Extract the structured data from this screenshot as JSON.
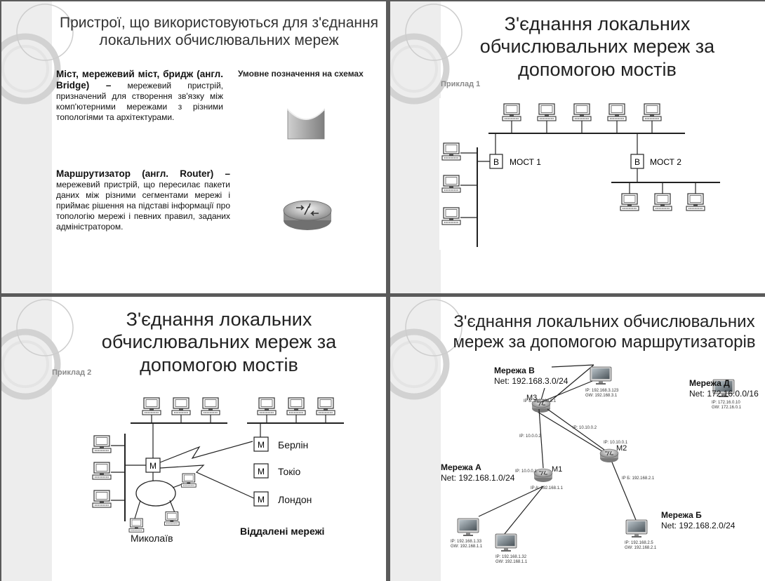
{
  "slide1": {
    "title": "Пристрої, що використовуються для з'єднання локальних обчислювальних мереж",
    "bridge_term": "Міст, мережевий міст, бридж (англ. Bridge) –",
    "bridge_desc": "мережевий пристрій, призначений для створення зв'язку між комп'ютерними мережами з різними топологіями та архітектурами.",
    "router_term": "Маршрутизатор (англ. Router) –",
    "router_desc": "мережевий пристрій, що пересилає пакети даних між різними сегментами мережі і приймає рішення на підставі інформації про топологію мережі і певних правил, заданих адміністратором.",
    "legend_title": "Умовне позначення на схемах"
  },
  "slide2": {
    "title": "З'єднання локальних обчислювальних мереж за допомогою мостів",
    "example": "Приклад 1",
    "bridge_box": "B",
    "bridge1": "МОСТ 1",
    "bridge2": "МОСТ 2"
  },
  "slide3": {
    "title": "З'єднання локальних обчислювальних мереж за допомогою мостів",
    "example": "Приклад 2",
    "m_box": "M",
    "cities": [
      "Берлін",
      "Токіо",
      "Лондон"
    ],
    "local_city": "Миколаїв",
    "remote_label": "Віддалені мережі"
  },
  "slide4": {
    "title": "З'єднання локальних обчислювальних мереж за допомогою маршрутизаторів",
    "net_v": {
      "name": "Мережа В",
      "net": "Net: 192.168.3.0/24"
    },
    "net_d": {
      "name": "Мережа Д",
      "net": "Net: 172.16.0.0/16"
    },
    "net_a": {
      "name": "Мережа А",
      "net": "Net: 192.168.1.0/24"
    },
    "net_b": {
      "name": "Мережа Б",
      "net": "Net: 192.168.2.0/24"
    },
    "routers": {
      "m1": "M1",
      "m2": "M2",
      "m3": "M3"
    },
    "ips": {
      "m3_b": "IP B: 192.168.3.1",
      "m3_a": "IP: 10.0.0.2",
      "m3_c": "IP: 10.10.0.2",
      "m1_a": "IP: 10.0.0.1",
      "m1_lan": "IP A: 192.168.1.1",
      "m2_a": "IP: 10.10.0.1",
      "m2_lan": "IP Б: 192.168.2.1",
      "pc_v": [
        "IP: 192.168.3.123",
        "GW: 192.168.3.1"
      ],
      "pc_d": [
        "IP: 172.16.0.10",
        "GW: 172.16.0.1"
      ],
      "pc_a1": [
        "IP: 192.168.1.33",
        "GW: 192.168.1.1"
      ],
      "pc_a2": [
        "IP: 192.168.1.32",
        "GW: 192.168.1.1"
      ],
      "pc_b": [
        "IP: 192.168.2.5",
        "GW: 192.168.2.1"
      ]
    }
  }
}
